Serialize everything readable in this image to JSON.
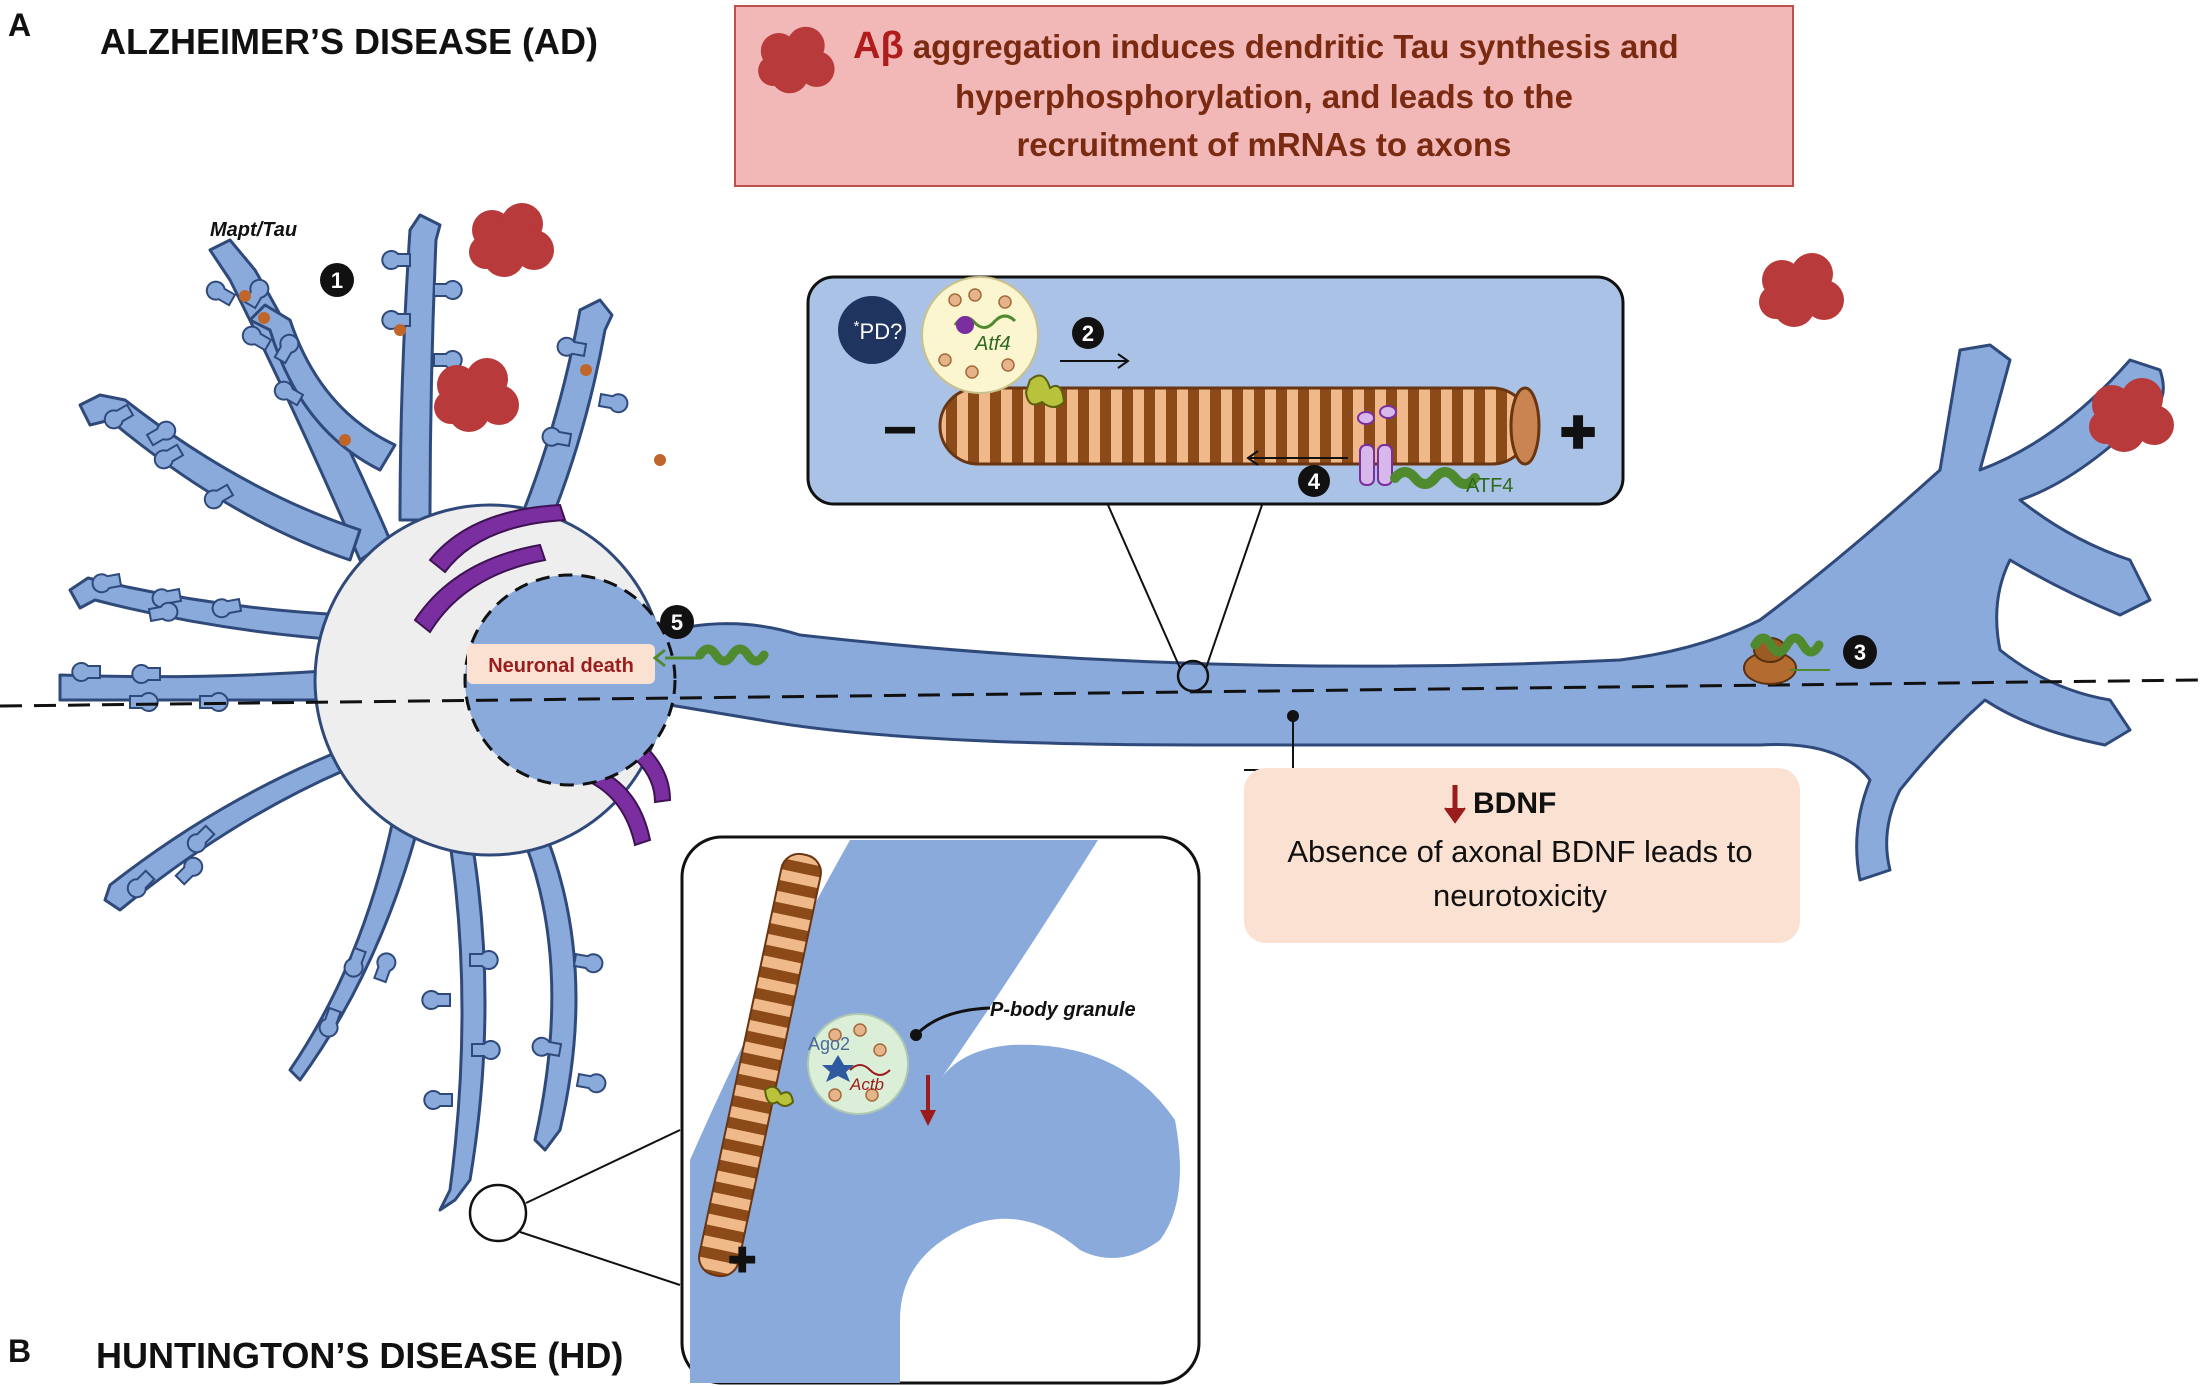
{
  "panels": {
    "a": {
      "letter": "A",
      "title": "ALZHEIMER’S DISEASE (AD)"
    },
    "b": {
      "letter": "B",
      "title": "HUNTINGTON’S DISEASE (HD)"
    }
  },
  "top_box": {
    "symbol": "Aβ",
    "line1": " aggregation induces dendritic Tau synthesis and",
    "line2": "hyperphosphorylation, and leads to the",
    "line3": "recruitment of mRNAs to axons"
  },
  "labels": {
    "mapt_tau": "Mapt/Tau",
    "pd": "PD?",
    "pd_star": "*",
    "atf4_mrna": "Atf4",
    "atf4_protein": "ATF4",
    "neuronal_death": "Neuronal death",
    "p_body": "P-body granule",
    "ago2": "Ago2",
    "actb": "Actb",
    "minus": "−",
    "plus": "✚"
  },
  "steps": [
    "1",
    "2",
    "3",
    "4",
    "5"
  ],
  "bdnf_box": {
    "title": "BDNF",
    "line1": "Absence of axonal BDNF leads to",
    "line2": "neurotoxicity"
  },
  "colors": {
    "neuron": "#8aaadc",
    "neuron_outline": "#2f4a7a",
    "soma": "#eeeeee",
    "amyloid": "#b83a3a",
    "top_box_fill": "#f2b8b8",
    "bdnf_box_fill": "#fbe1d2",
    "inset_fill": "#aac2e6",
    "microtubule_dark": "#8b4a18",
    "microtubule_light": "#f0b98a",
    "er": "#7a2ea0",
    "mrna": "#4f8a2e",
    "arrow_red": "#9b1c1c"
  }
}
